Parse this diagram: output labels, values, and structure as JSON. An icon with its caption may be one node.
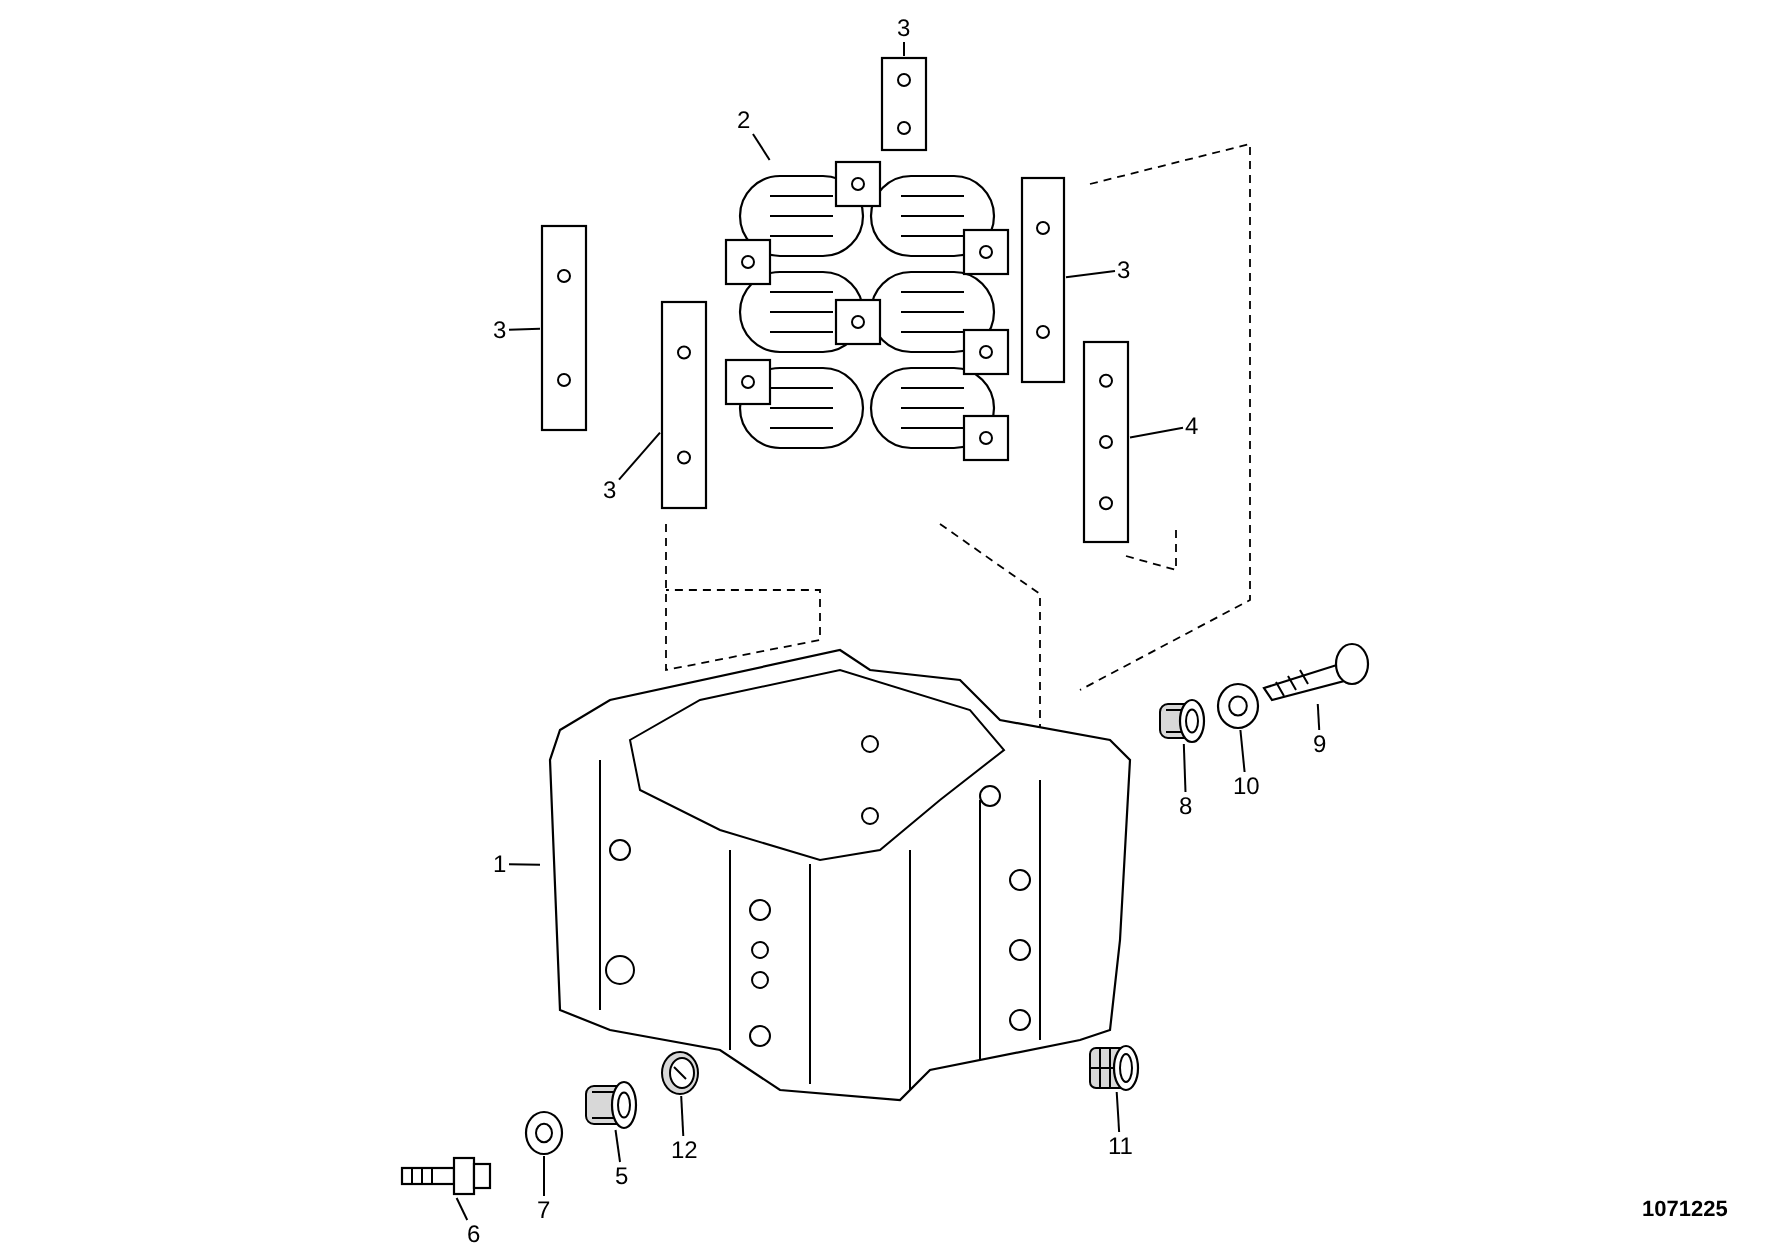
{
  "diagram": {
    "nodes": [
      {
        "text": [
          "1"
        ]
      },
      {
        "text": [],
        "shape": "picture"
      },
      {
        "text": [
          "2"
        ]
      },
      {
        "text": [],
        "shape": "picture"
      },
      {
        "text": [
          "3"
        ]
      },
      {
        "text": [],
        "shape": "picture"
      },
      {
        "text": [
          "3"
        ]
      },
      {
        "text": [],
        "shape": "picture"
      },
      {
        "text": [
          "3"
        ]
      },
      {
        "text": [],
        "shape": "picture"
      },
      {
        "text": [
          "3"
        ]
      },
      {
        "text": [],
        "shape": "picture"
      },
      {
        "text": [
          "4"
        ]
      },
      {
        "text": [],
        "shape": "picture"
      },
      {
        "text": [
          "5"
        ]
      },
      {
        "text": [],
        "shape": "picture"
      },
      {
        "text": [
          "6"
        ]
      },
      {
        "text": [],
        "shape": "picture"
      },
      {
        "text": [
          "7"
        ]
      },
      {
        "text": [],
        "shape": "picture"
      },
      {
        "text": [
          "8"
        ]
      },
      {
        "text": [],
        "shape": "picture"
      },
      {
        "text": [
          "9"
        ]
      },
      {
        "text": [],
        "shape": "picture"
      },
      {
        "text": [
          "10"
        ]
      },
      {
        "text": [],
        "shape": "picture"
      },
      {
        "text": [
          "11"
        ]
      },
      {
        "text": [],
        "shape": "picture"
      },
      {
        "text": [
          "12"
        ]
      },
      {
        "text": [],
        "shape": "picture"
      }
    ],
    "edges": [
      {
        "from": 0,
        "to": 1,
        "arrow": "none"
      },
      {
        "from": 2,
        "to": 3,
        "arrow": "none"
      },
      {
        "from": 4,
        "to": 5,
        "arrow": "none"
      },
      {
        "from": 6,
        "to": 7,
        "arrow": "none"
      },
      {
        "from": 8,
        "to": 9,
        "arrow": "none"
      },
      {
        "from": 10,
        "to": 11,
        "arrow": "none"
      },
      {
        "from": 12,
        "to": 13,
        "arrow": "none"
      },
      {
        "from": 14,
        "to": 15,
        "arrow": "none"
      },
      {
        "from": 16,
        "to": 17,
        "arrow": "none"
      },
      {
        "from": 18,
        "to": 19,
        "arrow": "none"
      },
      {
        "from": 20,
        "to": 21,
        "arrow": "none"
      },
      {
        "from": 22,
        "to": 23,
        "arrow": "none"
      },
      {
        "from": 24,
        "to": 25,
        "arrow": "none"
      },
      {
        "from": 26,
        "to": 27,
        "arrow": "none"
      },
      {
        "from": 28,
        "to": 29,
        "arrow": "none"
      }
    ],
    "labels": [
      "1071225"
    ]
  }
}
